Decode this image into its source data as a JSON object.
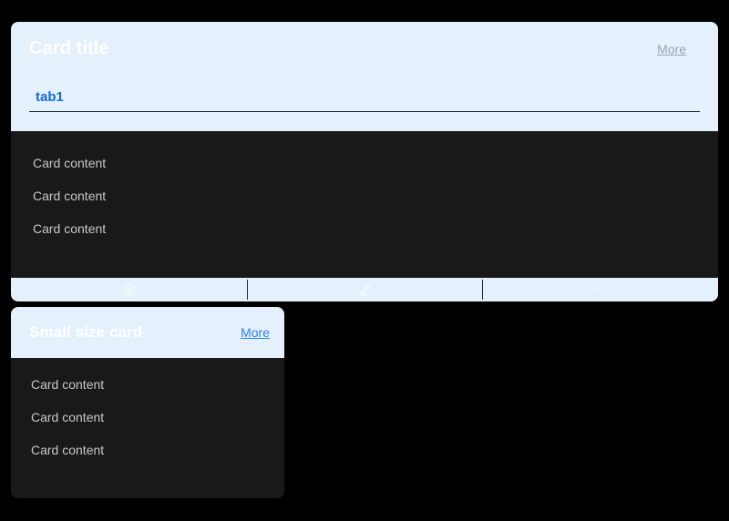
{
  "page": {
    "background": "#000000"
  },
  "theme": {
    "header_background": "#e4f1fd",
    "body_background": "#191919",
    "accent_blue": "#1668dc",
    "link_blue": "#2f7ef0",
    "muted_link": "#9aa3ad",
    "content_text": "#c8c8c8",
    "title_text": "#ffffff"
  },
  "big_card": {
    "title": "Card title",
    "more_label": "More",
    "tabs": [
      {
        "label": "tab1",
        "active": true
      },
      {
        "label": "tab2",
        "active": false
      }
    ],
    "content_lines": [
      "Card content",
      "Card content",
      "Card content"
    ],
    "footer_actions": [
      {
        "icon": "setting-icon",
        "label": ""
      },
      {
        "icon": "edit-icon",
        "label": ""
      },
      {
        "icon": "ellipsis-icon",
        "label": ""
      }
    ]
  },
  "small_card": {
    "title": "Small size card",
    "more_label": "More",
    "content_lines": [
      "Card content",
      "Card content",
      "Card content"
    ]
  }
}
